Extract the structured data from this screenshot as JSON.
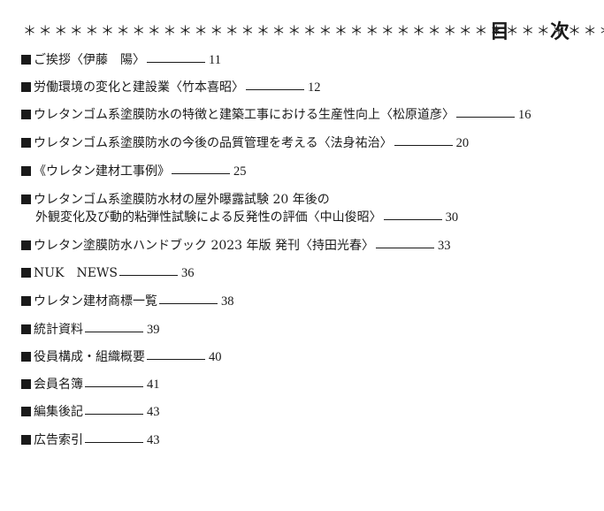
{
  "header": {
    "stars": "＊＊＊＊＊＊＊＊＊＊＊＊＊＊＊＊＊＊＊＊＊＊＊＊＊＊＊＊＊＊＊＊＊＊＊＊＊＊＊",
    "title": "目　次"
  },
  "toc": [
    {
      "text": "ご挨拶〈伊藤　陽〉",
      "page": "11"
    },
    {
      "text": "労働環境の変化と建設業〈竹本喜昭〉",
      "page": "12"
    },
    {
      "text": "ウレタンゴム系塗膜防水の特徴と建築工事における生産性向上〈松原道彦〉",
      "page": "16"
    },
    {
      "text": "ウレタンゴム系塗膜防水の今後の品質管理を考える〈法身祐治〉",
      "page": "20"
    },
    {
      "text": "《ウレタン建材工事例》",
      "page": "25"
    },
    {
      "text": "ウレタンゴム系塗膜防水材の屋外曝露試験 20 年後の",
      "text2": "外観変化及び動的粘弾性試験による反発性の評価〈中山俊昭〉",
      "page": "30"
    },
    {
      "text": "ウレタン塗膜防水ハンドブック 2023 年版 発刊〈持田光春〉",
      "page": "33"
    },
    {
      "text": "NUK　NEWS",
      "page": "36"
    },
    {
      "text": "ウレタン建材商標一覧",
      "page": "38"
    },
    {
      "text": "統計資料",
      "page": "39"
    },
    {
      "text": "役員構成・組織概要",
      "page": "40"
    },
    {
      "text": "会員名簿",
      "page": "41"
    },
    {
      "text": "編集後記",
      "page": "43"
    },
    {
      "text": "広告索引",
      "page": "43"
    }
  ]
}
